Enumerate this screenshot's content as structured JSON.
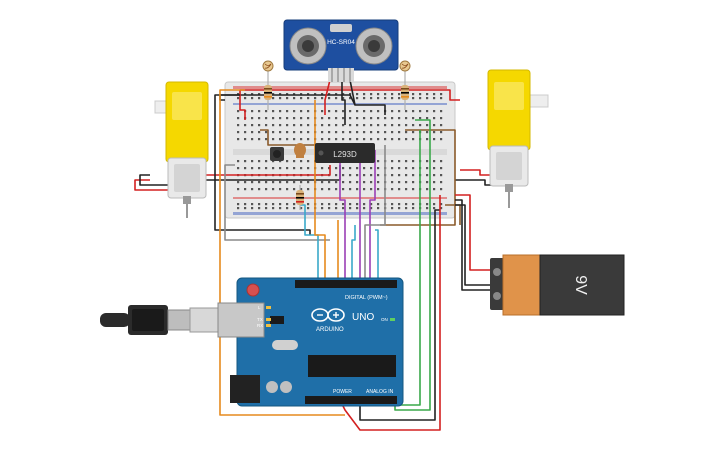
{
  "sensor": {
    "model": "HC-SR04"
  },
  "driver_ic": {
    "label": "L293D"
  },
  "battery": {
    "label": "9V"
  },
  "arduino": {
    "brand": "ARDUINO",
    "model": "UNO",
    "digital_label": "DIGITAL (PWM~)",
    "power_label": "POWER",
    "analog_label": "ANALOG IN",
    "tx_label": "TX",
    "rx_label": "RX",
    "l_label": "L",
    "on_label": "ON"
  },
  "colors": {
    "breadboard": "#e6e6e6",
    "arduino_board": "#1f6fa8",
    "motor": "#f5d800",
    "battery_body": "#3a3a3a",
    "battery_cap": "#e0934a",
    "sensor_board": "#1e4fa0",
    "wire_red": "#d32020",
    "wire_black": "#222222",
    "wire_orange": "#e68a1e",
    "wire_green": "#3aa84a",
    "wire_purple": "#9b3fb5",
    "wire_cyan": "#3aa9c9",
    "wire_brown": "#8a5a2a",
    "wire_gray": "#8a8a8a"
  }
}
